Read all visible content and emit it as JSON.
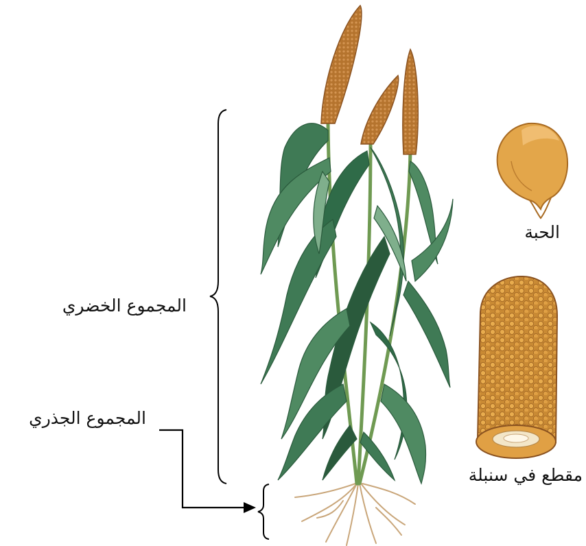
{
  "labels": {
    "vegetative_system": "المجموع الخضري",
    "root_system": "المجموع الجذري",
    "grain": "الحبة",
    "spike_section": "مقطع في سنبلة"
  },
  "colors": {
    "leaf": "#3f7a55",
    "leaf_dark": "#2a5a3c",
    "leaf_light": "#7faf8c",
    "stem": "#6f9a52",
    "spike": "#b5742e",
    "spike_dark": "#8a5220",
    "grain": "#e3a64a",
    "grain_dark": "#a86a22",
    "root": "#c9a67a",
    "line": "#000000"
  }
}
